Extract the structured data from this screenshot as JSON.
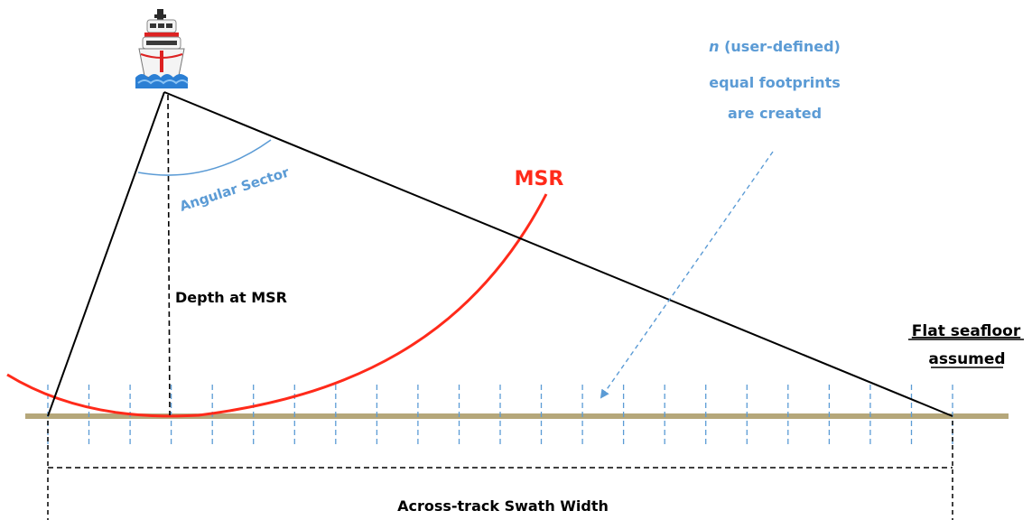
{
  "labels": {
    "msr": "MSR",
    "angular_sector": "Angular Sector",
    "depth_at_msr": "Depth at MSR",
    "footprints_italic": "n",
    "footprints_line1_rest": " (user-defined)",
    "footprints_line2": "equal footprints",
    "footprints_line3": "are created",
    "flat_seafloor_line1": "Flat seafloor",
    "flat_seafloor_line2": "assumed",
    "swath_width": "Across-track Swath Width"
  },
  "colors": {
    "msr": "#ff2a1a",
    "annotation_blue": "#5b9bd5",
    "seafloor": "#b5a77a",
    "line": "#000000"
  },
  "icons": {
    "vessel": "ship-icon"
  },
  "footprint_divisions": 22
}
